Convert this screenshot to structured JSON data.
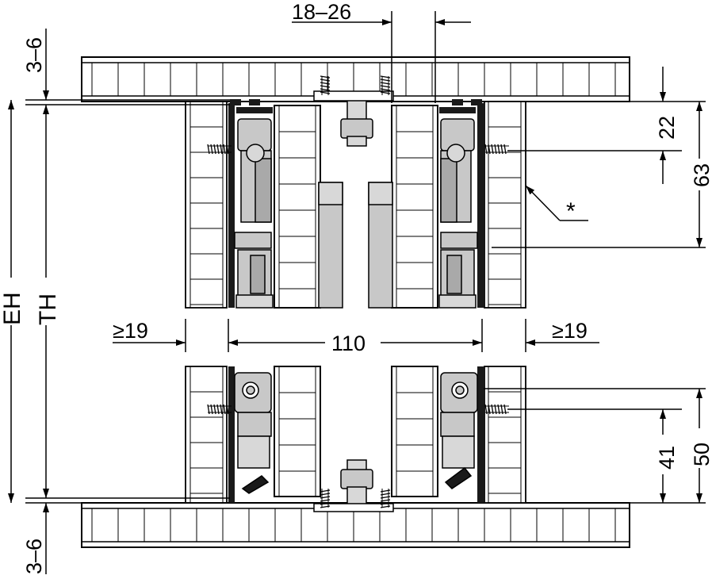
{
  "dimensions": {
    "gap": "18–26",
    "top_gap": "3–6",
    "bottom_gap": "3–6",
    "top_22": "22",
    "top_63": "63",
    "note": "*",
    "left_min": "≥19",
    "center": "110",
    "right_min": "≥19",
    "eh": "EH",
    "th": "TH",
    "bot_41": "41",
    "bot_50": "50"
  },
  "colors": {
    "line": "#000000",
    "rail": "#1a1a1a",
    "hardware": "#c8c8c8",
    "hardware_dark": "#a9a9a9"
  }
}
